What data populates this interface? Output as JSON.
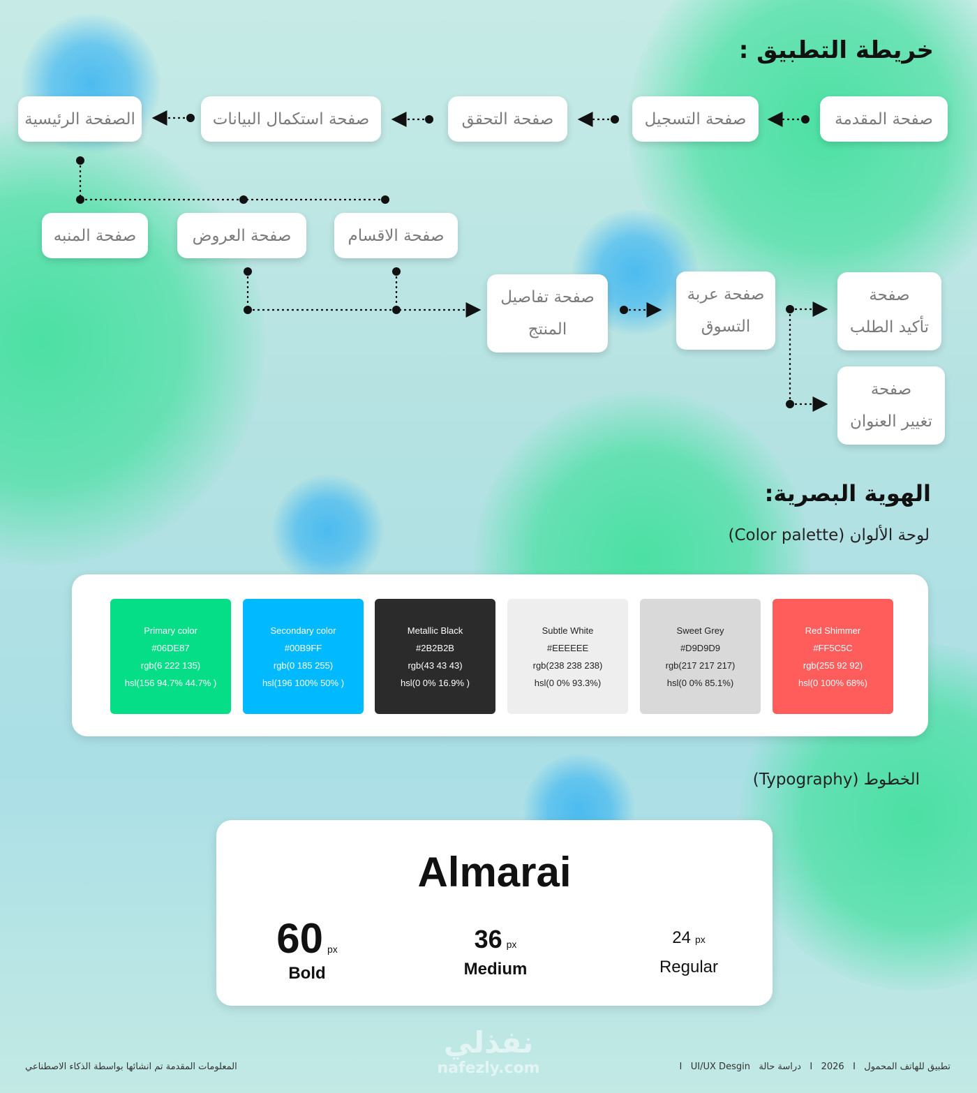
{
  "app_map": {
    "title": "خريطة التطبيق :",
    "nodes": {
      "intro": "صفحة المقدمة",
      "register": "صفحة التسجيل",
      "verify": "صفحة التحقق",
      "complete_data": "صفحة استكمال البيانات",
      "home": "الصفحة الرئيسية",
      "categories": "صفحة الاقسام",
      "offers": "صفحة العروض",
      "alerts": "صفحة المنبه",
      "product_details": [
        "صفحة تفاصيل",
        "المنتج"
      ],
      "cart": [
        "صفحة عربة",
        "التسوق"
      ],
      "order_confirm": [
        "صفحة",
        "تأكيد الطلب"
      ],
      "change_address": [
        "صفحة",
        "تغيير العنوان"
      ]
    }
  },
  "identity": {
    "title": "الهوية البصرية:",
    "palette_label": "لوحة الألوان (Color palette)",
    "typography_label": "الخطوط (Typography)"
  },
  "palette": [
    {
      "name": "Primary color",
      "hex": "#06DE87",
      "rgb": "rgb(6 222 135)",
      "hsl": "hsl(156 94.7% 44.7% )",
      "color": "#06DE87",
      "text_color": "#ffffff"
    },
    {
      "name": "Secondary color",
      "hex": "#00B9FF",
      "rgb": "rgb(0 185 255)",
      "hsl": "hsl(196 100% 50% )",
      "color": "#00B9FF",
      "text_color": "#ffffff"
    },
    {
      "name": "Metallic Black",
      "hex": "#2B2B2B",
      "rgb": "rgb(43 43 43)",
      "hsl": "hsl(0 0% 16.9% )",
      "color": "#2B2B2B",
      "text_color": "#ffffff"
    },
    {
      "name": "Subtle White",
      "hex": "#EEEEEE",
      "rgb": "rgb(238 238 238)",
      "hsl": "hsl(0 0% 93.3%)",
      "color": "#EEEEEE",
      "text_color": "#222222"
    },
    {
      "name": "Sweet Grey",
      "hex": "#D9D9D9",
      "rgb": "rgb(217 217 217)",
      "hsl": "hsl(0 0% 85.1%)",
      "color": "#D9D9D9",
      "text_color": "#222222"
    },
    {
      "name": "Red Shimmer",
      "hex": "#FF5C5C",
      "rgb": "rgb(255 92 92)",
      "hsl": "hsl(0 100% 68%)",
      "color": "#FF5C5C",
      "text_color": "#ffffff"
    }
  ],
  "typography": {
    "font_name": "Almarai",
    "weights": [
      {
        "size": "60",
        "unit": "px",
        "label": "Bold"
      },
      {
        "size": "36",
        "unit": "px",
        "label": "Medium"
      },
      {
        "size": "24",
        "unit": "px",
        "label": "Regular"
      }
    ]
  },
  "footer": {
    "left": "المعلومات المقدمة تم انشائها بواسطة الذكاء الاصطناعي",
    "right": "تطبيق للهاتف المحمول   I   2026   I   دراسة حالة   I   UI/UX Desgin"
  },
  "watermark": {
    "logo": "نفذلي",
    "site": "nafezly.com"
  }
}
